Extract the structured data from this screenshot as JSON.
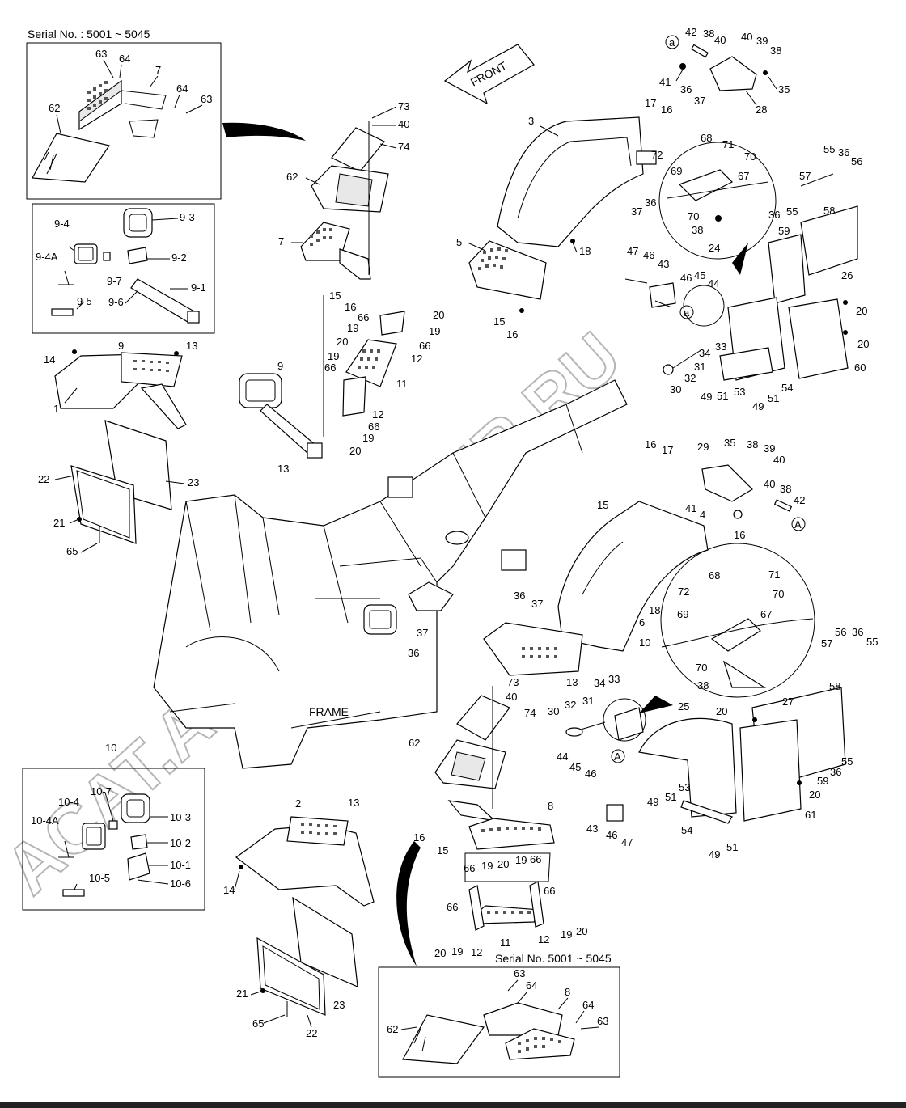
{
  "serial_top": "Serial No. : 5001 ~ 5045",
  "serial_bottom": "Serial No. 5001 ~ 5045",
  "front_label": "FRONT",
  "frame_label": "FRAME",
  "watermark": "ACAT.AUTOPEALER.RU",
  "labels": [
    {
      "id": "t63a",
      "text": "63"
    },
    {
      "id": "t64a",
      "text": "64"
    },
    {
      "id": "t7a",
      "text": "7"
    },
    {
      "id": "t64b",
      "text": "64"
    },
    {
      "id": "t63b",
      "text": "63"
    },
    {
      "id": "t62a",
      "text": "62"
    },
    {
      "id": "t9_4",
      "text": "9-4"
    },
    {
      "id": "t9_3",
      "text": "9-3"
    },
    {
      "id": "t9_4A",
      "text": "9-4A"
    },
    {
      "id": "t9_2",
      "text": "9-2"
    },
    {
      "id": "t9_7",
      "text": "9-7"
    },
    {
      "id": "t9_6",
      "text": "9-6"
    },
    {
      "id": "t9_1",
      "text": "9-1"
    },
    {
      "id": "t9_5",
      "text": "9-5"
    },
    {
      "id": "t9a",
      "text": "9"
    },
    {
      "id": "t14a",
      "text": "14"
    },
    {
      "id": "t13a",
      "text": "13"
    },
    {
      "id": "t1",
      "text": "1"
    },
    {
      "id": "t22a",
      "text": "22"
    },
    {
      "id": "t23a",
      "text": "23"
    },
    {
      "id": "t21a",
      "text": "21"
    },
    {
      "id": "t65a",
      "text": "65"
    },
    {
      "id": "t73a",
      "text": "73"
    },
    {
      "id": "t40a",
      "text": "40"
    },
    {
      "id": "t74a",
      "text": "74"
    },
    {
      "id": "t62b",
      "text": "62"
    },
    {
      "id": "t7b",
      "text": "7"
    },
    {
      "id": "t15a",
      "text": "15"
    },
    {
      "id": "t16a",
      "text": "16"
    },
    {
      "id": "t66a",
      "text": "66"
    },
    {
      "id": "t20a",
      "text": "20"
    },
    {
      "id": "t19a",
      "text": "19"
    },
    {
      "id": "t19b",
      "text": "19"
    },
    {
      "id": "t20b",
      "text": "20"
    },
    {
      "id": "t66b",
      "text": "66"
    },
    {
      "id": "t12a",
      "text": "12"
    },
    {
      "id": "t19c",
      "text": "19"
    },
    {
      "id": "t66c",
      "text": "66"
    },
    {
      "id": "t11a",
      "text": "11"
    },
    {
      "id": "t12b",
      "text": "12"
    },
    {
      "id": "t66d",
      "text": "66"
    },
    {
      "id": "t19d",
      "text": "19"
    },
    {
      "id": "t20c",
      "text": "20"
    },
    {
      "id": "t9b",
      "text": "9"
    },
    {
      "id": "t13b",
      "text": "13"
    },
    {
      "id": "t3",
      "text": "3"
    },
    {
      "id": "t5",
      "text": "5"
    },
    {
      "id": "t18a",
      "text": "18"
    },
    {
      "id": "t15b",
      "text": "15"
    },
    {
      "id": "t16b",
      "text": "16"
    },
    {
      "id": "t17a",
      "text": "17"
    },
    {
      "id": "t16c",
      "text": "16"
    },
    {
      "id": "t37a",
      "text": "37"
    },
    {
      "id": "t36a",
      "text": "36"
    },
    {
      "id": "t42a",
      "text": "42"
    },
    {
      "id": "t38a",
      "text": "38"
    },
    {
      "id": "t40b",
      "text": "40"
    },
    {
      "id": "t40c",
      "text": "40"
    },
    {
      "id": "t39a",
      "text": "39"
    },
    {
      "id": "t38b",
      "text": "38"
    },
    {
      "id": "t41a",
      "text": "41"
    },
    {
      "id": "t36b",
      "text": "36"
    },
    {
      "id": "t37b",
      "text": "37"
    },
    {
      "id": "t35a",
      "text": "35"
    },
    {
      "id": "t28",
      "text": "28"
    },
    {
      "id": "t68a",
      "text": "68"
    },
    {
      "id": "t71a",
      "text": "71"
    },
    {
      "id": "t72a",
      "text": "72"
    },
    {
      "id": "t70a",
      "text": "70"
    },
    {
      "id": "t69a",
      "text": "69"
    },
    {
      "id": "t67a",
      "text": "67"
    },
    {
      "id": "t70b",
      "text": "70"
    },
    {
      "id": "t38c",
      "text": "38"
    },
    {
      "id": "t55a",
      "text": "55"
    },
    {
      "id": "t36c",
      "text": "36"
    },
    {
      "id": "t56a",
      "text": "56"
    },
    {
      "id": "t57a",
      "text": "57"
    },
    {
      "id": "t58a",
      "text": "58"
    },
    {
      "id": "t36d",
      "text": "36"
    },
    {
      "id": "t55b",
      "text": "55"
    },
    {
      "id": "t59a",
      "text": "59"
    },
    {
      "id": "t24",
      "text": "24"
    },
    {
      "id": "t26",
      "text": "26"
    },
    {
      "id": "t47a",
      "text": "47"
    },
    {
      "id": "t46a",
      "text": "46"
    },
    {
      "id": "t43a",
      "text": "43"
    },
    {
      "id": "t46b",
      "text": "46"
    },
    {
      "id": "t45a",
      "text": "45"
    },
    {
      "id": "t44a",
      "text": "44"
    },
    {
      "id": "t20d",
      "text": "20"
    },
    {
      "id": "t20e",
      "text": "20"
    },
    {
      "id": "t60",
      "text": "60"
    },
    {
      "id": "t34a",
      "text": "34"
    },
    {
      "id": "t33a",
      "text": "33"
    },
    {
      "id": "t31a",
      "text": "31"
    },
    {
      "id": "t32a",
      "text": "32"
    },
    {
      "id": "t30a",
      "text": "30"
    },
    {
      "id": "t49a",
      "text": "49"
    },
    {
      "id": "t51a",
      "text": "51"
    },
    {
      "id": "t53a",
      "text": "53"
    },
    {
      "id": "t54a",
      "text": "54"
    },
    {
      "id": "t51b",
      "text": "51"
    },
    {
      "id": "t49b",
      "text": "49"
    },
    {
      "id": "t16d",
      "text": "16"
    },
    {
      "id": "t17b",
      "text": "17"
    },
    {
      "id": "t29",
      "text": "29"
    },
    {
      "id": "t35b",
      "text": "35"
    },
    {
      "id": "t38d",
      "text": "38"
    },
    {
      "id": "t39b",
      "text": "39"
    },
    {
      "id": "t40d",
      "text": "40"
    },
    {
      "id": "t40e",
      "text": "40"
    },
    {
      "id": "t38e",
      "text": "38"
    },
    {
      "id": "t42b",
      "text": "42"
    },
    {
      "id": "t37c",
      "text": "37"
    },
    {
      "id": "t36e",
      "text": "36"
    },
    {
      "id": "t41b",
      "text": "41"
    },
    {
      "id": "t4",
      "text": "4"
    },
    {
      "id": "t16e",
      "text": "16"
    },
    {
      "id": "t15c",
      "text": "15"
    },
    {
      "id": "t36f",
      "text": "36"
    },
    {
      "id": "t37d",
      "text": "37"
    },
    {
      "id": "t18b",
      "text": "18"
    },
    {
      "id": "t6",
      "text": "6"
    },
    {
      "id": "t10a",
      "text": "10"
    },
    {
      "id": "t13c",
      "text": "13"
    },
    {
      "id": "t72b",
      "text": "72"
    },
    {
      "id": "t68b",
      "text": "68"
    },
    {
      "id": "t71b",
      "text": "71"
    },
    {
      "id": "t69b",
      "text": "69"
    },
    {
      "id": "t70c",
      "text": "70"
    },
    {
      "id": "t67b",
      "text": "67"
    },
    {
      "id": "t70d",
      "text": "70"
    },
    {
      "id": "t38f",
      "text": "38"
    },
    {
      "id": "t34b",
      "text": "34"
    },
    {
      "id": "t33b",
      "text": "33"
    },
    {
      "id": "t32b",
      "text": "32"
    },
    {
      "id": "t31b",
      "text": "31"
    },
    {
      "id": "t30b",
      "text": "30"
    },
    {
      "id": "t44b",
      "text": "44"
    },
    {
      "id": "t45b",
      "text": "45"
    },
    {
      "id": "t46c",
      "text": "46"
    },
    {
      "id": "t25",
      "text": "25"
    },
    {
      "id": "t20f",
      "text": "20"
    },
    {
      "id": "t27",
      "text": "27"
    },
    {
      "id": "t57b",
      "text": "57"
    },
    {
      "id": "t56b",
      "text": "56"
    },
    {
      "id": "t36g",
      "text": "36"
    },
    {
      "id": "t55c",
      "text": "55"
    },
    {
      "id": "t58b",
      "text": "58"
    },
    {
      "id": "t55d",
      "text": "55"
    },
    {
      "id": "t36h",
      "text": "36"
    },
    {
      "id": "t59b",
      "text": "59"
    },
    {
      "id": "t20g",
      "text": "20"
    },
    {
      "id": "t61",
      "text": "61"
    },
    {
      "id": "t49c",
      "text": "49"
    },
    {
      "id": "t51c",
      "text": "51"
    },
    {
      "id": "t53b",
      "text": "53"
    },
    {
      "id": "t43b",
      "text": "43"
    },
    {
      "id": "t46d",
      "text": "46"
    },
    {
      "id": "t47b",
      "text": "47"
    },
    {
      "id": "t54b",
      "text": "54"
    },
    {
      "id": "t49d",
      "text": "49"
    },
    {
      "id": "t51d",
      "text": "51"
    },
    {
      "id": "t73b",
      "text": "73"
    },
    {
      "id": "t40f",
      "text": "40"
    },
    {
      "id": "t74b",
      "text": "74"
    },
    {
      "id": "t62c",
      "text": "62"
    },
    {
      "id": "t8a",
      "text": "8"
    },
    {
      "id": "t16f",
      "text": "16"
    },
    {
      "id": "t15d",
      "text": "15"
    },
    {
      "id": "t66e",
      "text": "66"
    },
    {
      "id": "t19e",
      "text": "19"
    },
    {
      "id": "t20h",
      "text": "20"
    },
    {
      "id": "t19f",
      "text": "19"
    },
    {
      "id": "t66f",
      "text": "66"
    },
    {
      "id": "t66g",
      "text": "66"
    },
    {
      "id": "t66h",
      "text": "66"
    },
    {
      "id": "t20i",
      "text": "20"
    },
    {
      "id": "t19g",
      "text": "19"
    },
    {
      "id": "t12c",
      "text": "12"
    },
    {
      "id": "t11b",
      "text": "11"
    },
    {
      "id": "t12d",
      "text": "12"
    },
    {
      "id": "t19h",
      "text": "19"
    },
    {
      "id": "t20j",
      "text": "20"
    },
    {
      "id": "t2",
      "text": "2"
    },
    {
      "id": "t13d",
      "text": "13"
    },
    {
      "id": "t14b",
      "text": "14"
    },
    {
      "id": "t21b",
      "text": "21"
    },
    {
      "id": "t23b",
      "text": "23"
    },
    {
      "id": "t65b",
      "text": "65"
    },
    {
      "id": "t22b",
      "text": "22"
    },
    {
      "id": "t10b",
      "text": "10"
    },
    {
      "id": "t10_7",
      "text": "10-7"
    },
    {
      "id": "t10_4",
      "text": "10-4"
    },
    {
      "id": "t10_3",
      "text": "10-3"
    },
    {
      "id": "t10_4A",
      "text": "10-4A"
    },
    {
      "id": "t10_2",
      "text": "10-2"
    },
    {
      "id": "t10_1",
      "text": "10-1"
    },
    {
      "id": "t10_6",
      "text": "10-6"
    },
    {
      "id": "t10_5",
      "text": "10-5"
    },
    {
      "id": "t63c",
      "text": "63"
    },
    {
      "id": "t64c",
      "text": "64"
    },
    {
      "id": "t8b",
      "text": "8"
    },
    {
      "id": "t64d",
      "text": "64"
    },
    {
      "id": "t63d",
      "text": "63"
    },
    {
      "id": "t62d",
      "text": "62"
    }
  ],
  "callouts": [
    {
      "id": "ca_top",
      "text": "a"
    },
    {
      "id": "ca_mid",
      "text": "a"
    },
    {
      "id": "cA_right",
      "text": "A"
    },
    {
      "id": "cA_bottom",
      "text": "A"
    }
  ]
}
